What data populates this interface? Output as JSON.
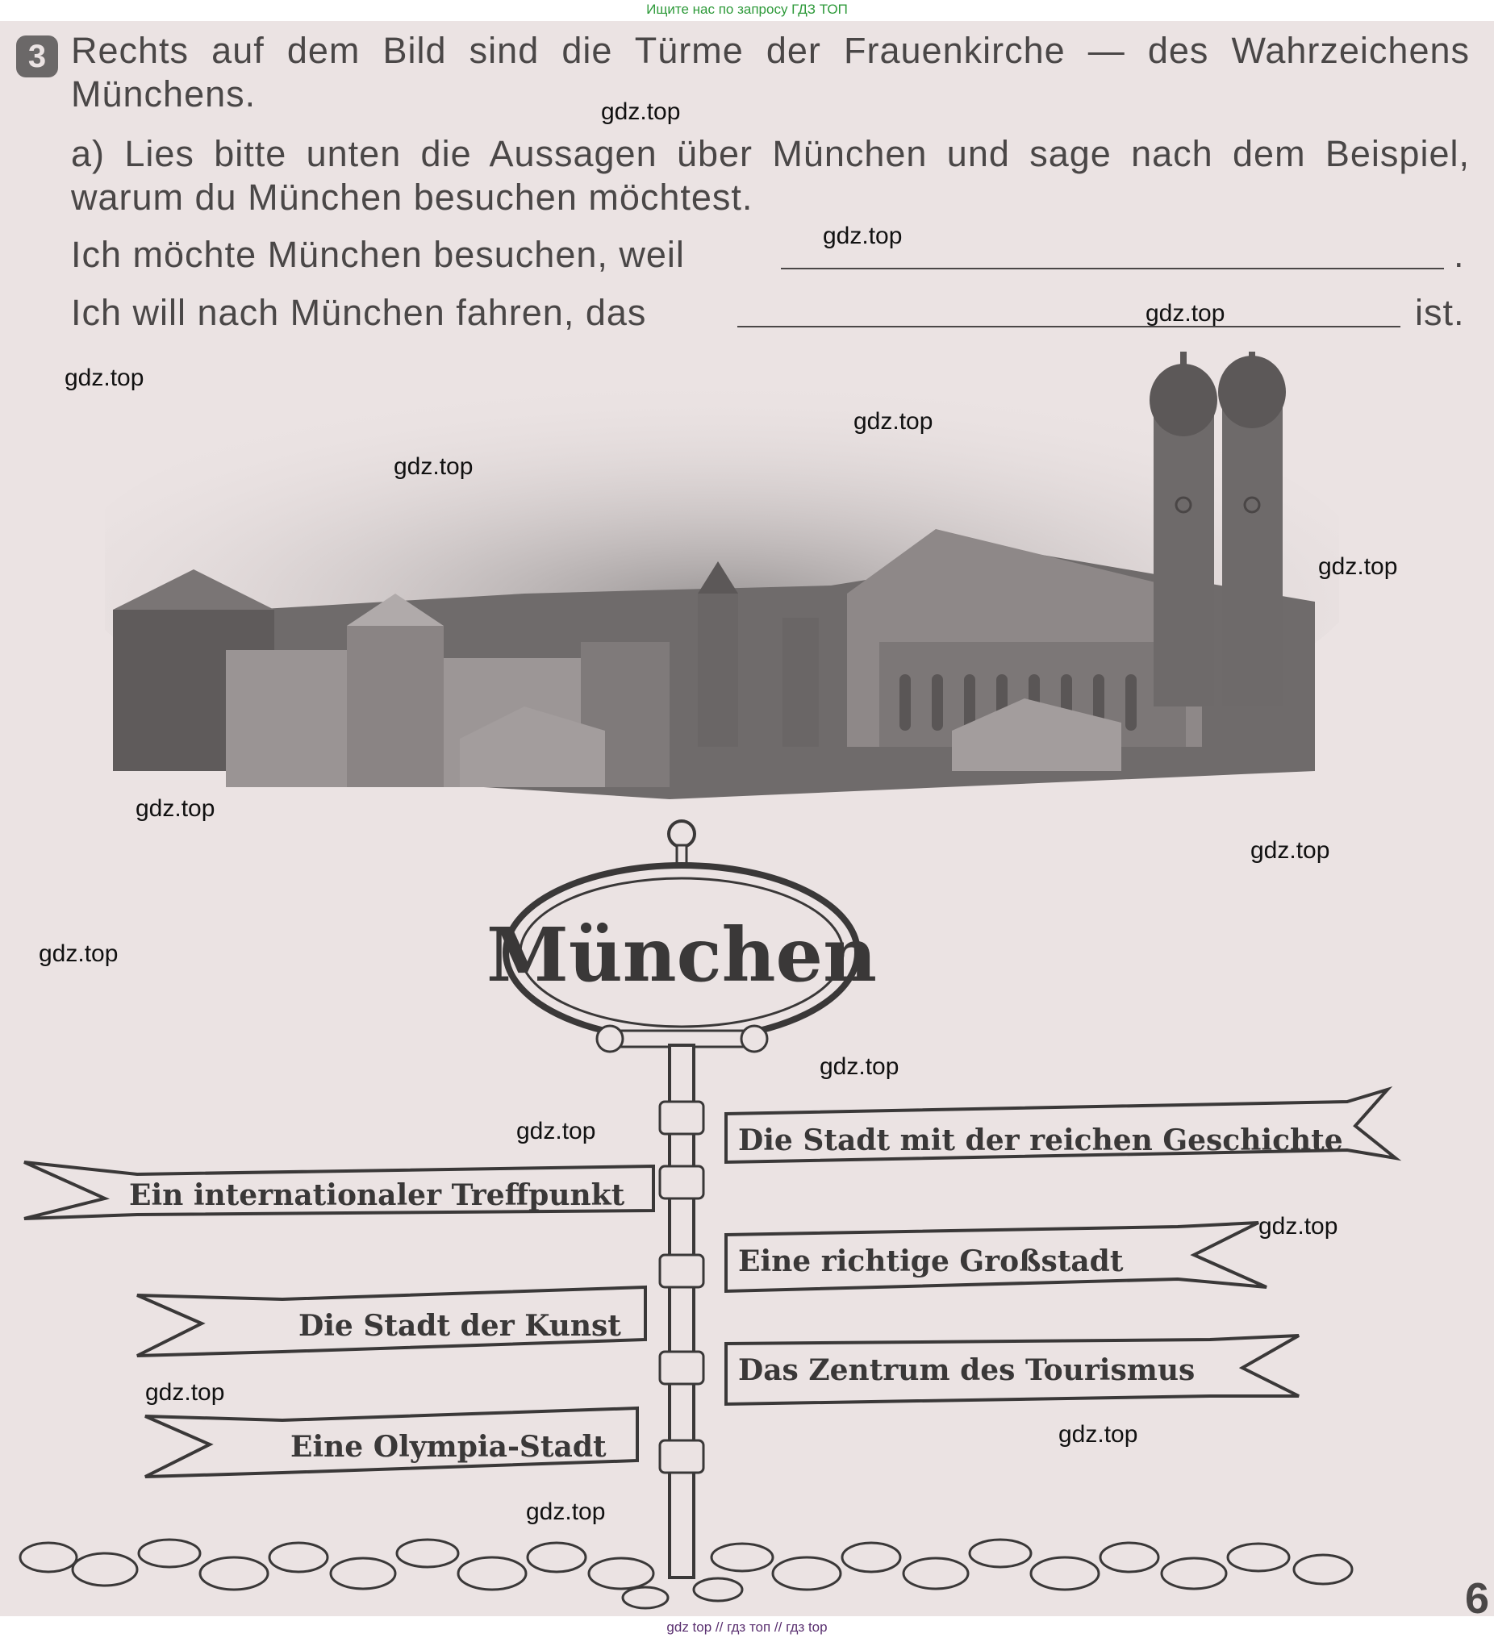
{
  "top_banner": "Ищите нас по запросу ГДЗ ТОП",
  "bottom_banner": "gdz top  //  гдз топ  //  гдз top",
  "task": {
    "number": "3",
    "intro": "Rechts auf dem Bild sind die Türme der Frauenkirche — des Wahrzeichens Münchens.",
    "part_a": "a) Lies bitte unten die Aussagen über München und sage nach dem Beispiel, warum du München besuchen möchtest.",
    "sentence1_start": "Ich möchte München besuchen, weil",
    "sentence1_end": ".",
    "sentence2_start": "Ich will nach München fahren, das",
    "sentence2_end": "ist."
  },
  "sign": {
    "title": "München",
    "ribbons": [
      "Die Stadt mit der reichen Geschichte",
      "Ein internationaler Treffpunkt",
      "Eine richtige Großstadt",
      "Die Stadt der Kunst",
      "Das Zentrum des Tourismus",
      "Eine Olympia-Stadt"
    ]
  },
  "watermark": "gdz.top",
  "page_number": "6"
}
